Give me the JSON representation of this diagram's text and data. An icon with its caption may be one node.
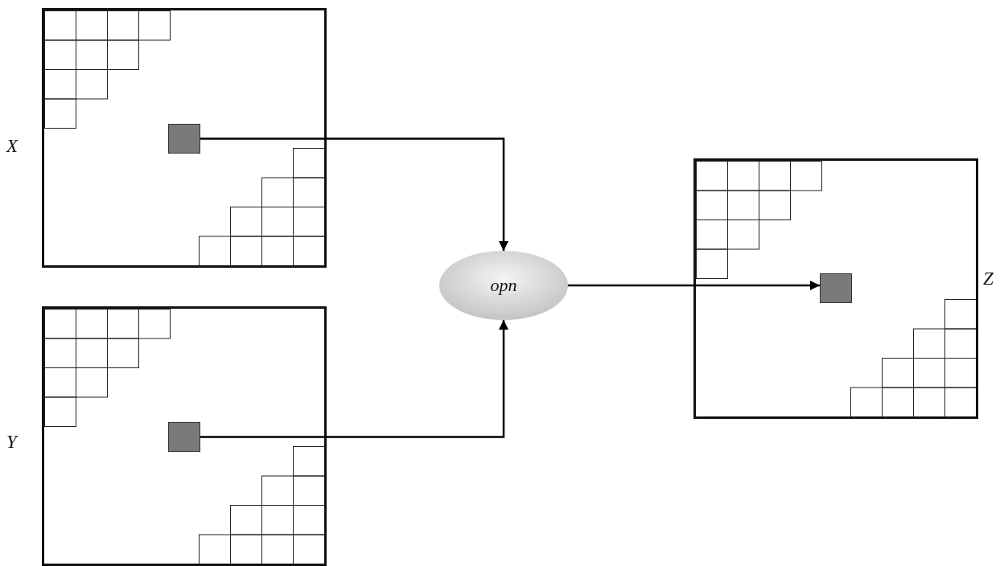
{
  "diagram": {
    "nodes": [
      {
        "text": [],
        "shape": "box",
        "beside": [
          "X"
        ]
      },
      {
        "text": [],
        "shape": "box",
        "in": 0
      },
      {
        "text": [],
        "shape": "box",
        "beside": [
          "Y"
        ]
      },
      {
        "text": [],
        "shape": "box",
        "in": 2
      },
      {
        "text": [
          "opn"
        ]
      },
      {
        "text": [],
        "shape": "box",
        "beside": [
          "Z"
        ]
      },
      {
        "text": [],
        "shape": "box",
        "in": 5
      }
    ],
    "edges": [
      {
        "from": 1,
        "to": 4,
        "arrow": "to"
      },
      {
        "from": 3,
        "to": 4,
        "arrow": "to"
      },
      {
        "from": 4,
        "to": 6,
        "arrow": "to"
      }
    ]
  }
}
